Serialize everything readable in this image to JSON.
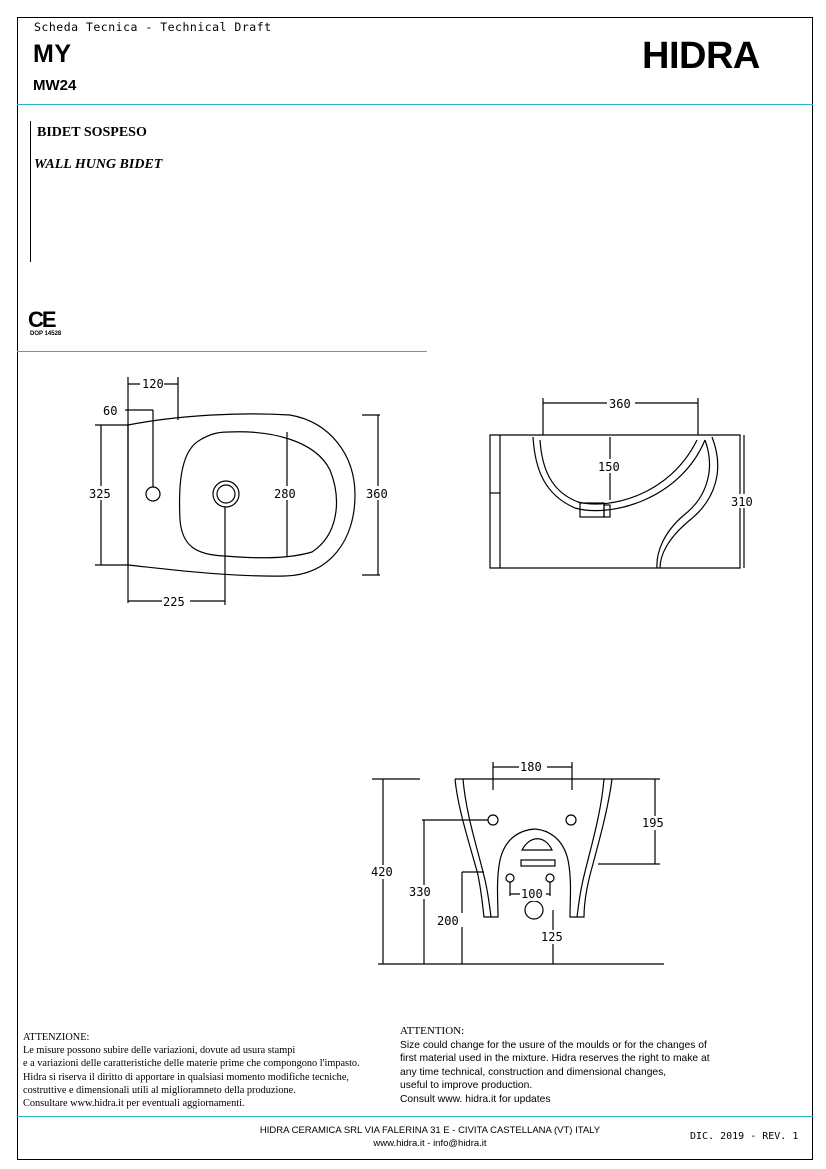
{
  "header": {
    "draft_label": "Scheda Tecnica - Technical Draft",
    "model": "MY",
    "code": "MW24",
    "brand": "HIDRA"
  },
  "product": {
    "title_it": "BIDET SOSPESO",
    "title_en": "WALL HUNG BIDET"
  },
  "certification": {
    "mark": "CE",
    "dop": "DOP 14528"
  },
  "dimensions": {
    "top_view": {
      "d120": "120",
      "d60": "60",
      "d325": "325",
      "d280": "280",
      "d360": "360",
      "d225": "225"
    },
    "side_view": {
      "d360": "360",
      "d150": "150",
      "d310": "310"
    },
    "rear_view": {
      "d180": "180",
      "d195": "195",
      "d420": "420",
      "d330": "330",
      "d100": "100",
      "d200": "200",
      "d125": "125"
    }
  },
  "notes": {
    "it": {
      "heading": "ATTENZIONE:",
      "lines": [
        "Le misure possono subire delle variazioni, dovute ad usura stampi",
        "e a variazioni delle caratteristiche delle materie prime che compongono l'impasto.",
        "Hidra si riserva il diritto di apportare in qualsiasi momento modifiche tecniche,",
        "costruttive e dimensionali utili al miglioramneto della produzione.",
        "Consultare www.hidra.it per eventuali aggiornamenti."
      ]
    },
    "en": {
      "heading": "ATTENTION:",
      "lines": [
        "Size could change for the usure of the moulds or for the changes of",
        "first material used in the mixture. Hidra reserves the right to make at",
        "any time technical, construction and dimensional changes,",
        "useful to improve production.",
        "Consult  www. hidra.it for updates"
      ]
    }
  },
  "footer": {
    "company": "HIDRA CERAMICA SRL VIA FALERINA 31 E - CIVITA CASTELLANA  (VT) ITALY",
    "contacts": "www.hidra.it - info@hidra.it",
    "revision": "DIC. 2019 - REV. 1"
  }
}
